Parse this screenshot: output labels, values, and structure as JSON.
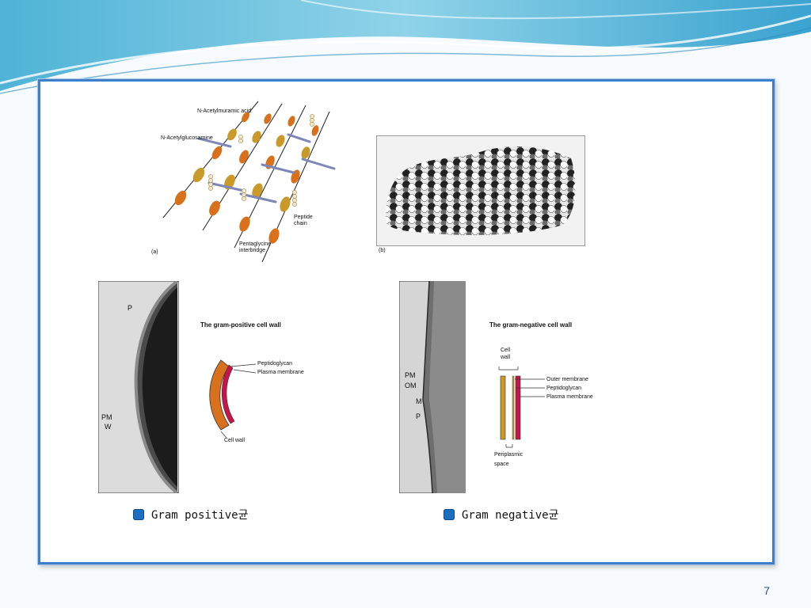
{
  "figure_a": {
    "label_nam": "N-Acetylmuramic acid",
    "label_nag": "N-Acetylglucosamine",
    "label_peptide": "Peptide\nchain",
    "label_pentaglycine": "Pentaglycine\ninterbridge",
    "panel": "(a)"
  },
  "figure_b": {
    "panel": "(b)"
  },
  "gram_positive": {
    "title": "The gram-positive cell wall",
    "peptidoglycan": "Peptidoglycan",
    "plasma_membrane": "Plasma membrane",
    "cell_wall": "Cell wall",
    "micro_p": "P",
    "micro_pm": "PM",
    "micro_w": "W",
    "caption": "Gram positive균"
  },
  "gram_negative": {
    "title": "The gram-negative cell wall",
    "cell_wall_line1": "Cell",
    "cell_wall_line2": "wall",
    "outer_membrane": "Outer membrane",
    "peptidoglycan": "Peptidoglycan",
    "plasma_membrane": "Plasma membrane",
    "periplasmic_line1": "Periplasmic",
    "periplasmic_line2": "space",
    "micro_pm": "PM",
    "micro_om": "OM",
    "micro_m": "M",
    "micro_p": "P",
    "caption": "Gram negative균"
  },
  "page_number": "7",
  "colors": {
    "orange": "#d9711c",
    "gold": "#c99a2a",
    "crimson": "#c8144a",
    "accent": "#3f7fc9"
  }
}
